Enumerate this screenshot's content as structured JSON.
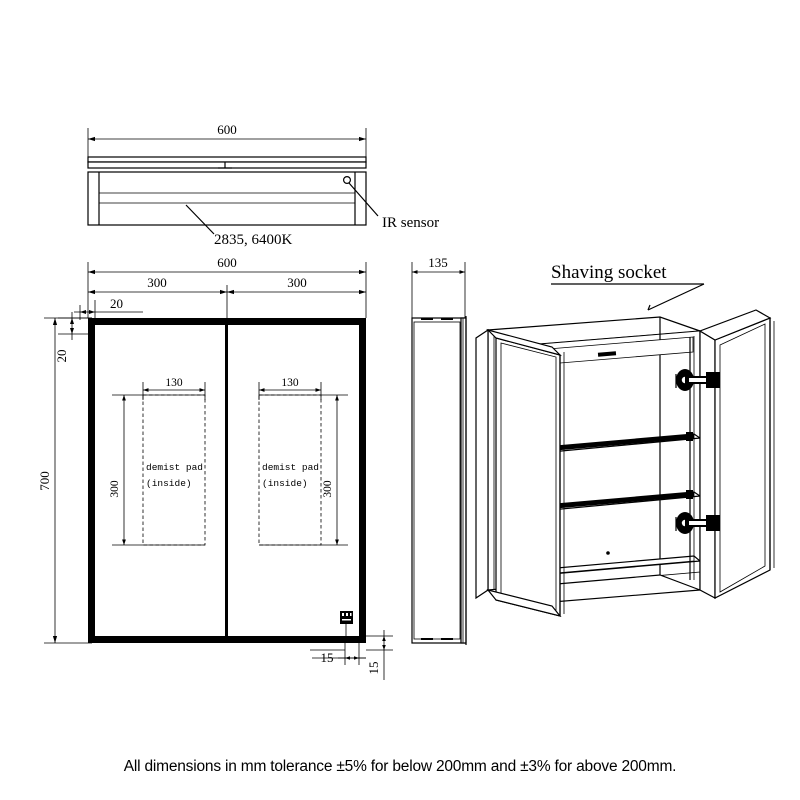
{
  "document": {
    "type": "technical-drawing",
    "subject": "Bathroom mirror cabinet with demister and LED",
    "caption": "All dimensions in mm tolerance ±5% for below 200mm and ±3% for above 200mm.",
    "units": "mm"
  },
  "views": {
    "top_view": {
      "name": "top-view",
      "width_dim": "600",
      "led_label": "2835, 6400K",
      "sensor_label": "IR sensor"
    },
    "front_view": {
      "name": "front-view",
      "overall_width": "600",
      "left_door_width": "300",
      "right_door_width": "300",
      "frame_top_offset": "20",
      "frame_left_offset": "20",
      "overall_height": "700",
      "bottom_offset_h": "15",
      "bottom_offset_v": "15",
      "demist_left": {
        "width": "130",
        "height": "300",
        "label_line1": "demist pad",
        "label_line2": "(inside)"
      },
      "demist_right": {
        "width": "130",
        "height": "300",
        "label_line1": "demist pad",
        "label_line2": "(inside)"
      }
    },
    "side_view": {
      "name": "side-view",
      "depth_dim": "135"
    },
    "iso_view": {
      "name": "isometric-view",
      "callout": "Shaving socket",
      "shelf_count": 2,
      "hinge_count": 2,
      "door_count": 2
    }
  },
  "colors": {
    "line": "#000000",
    "frame_fill": "#000000",
    "background": "#ffffff",
    "hidden_line": "#555555"
  }
}
